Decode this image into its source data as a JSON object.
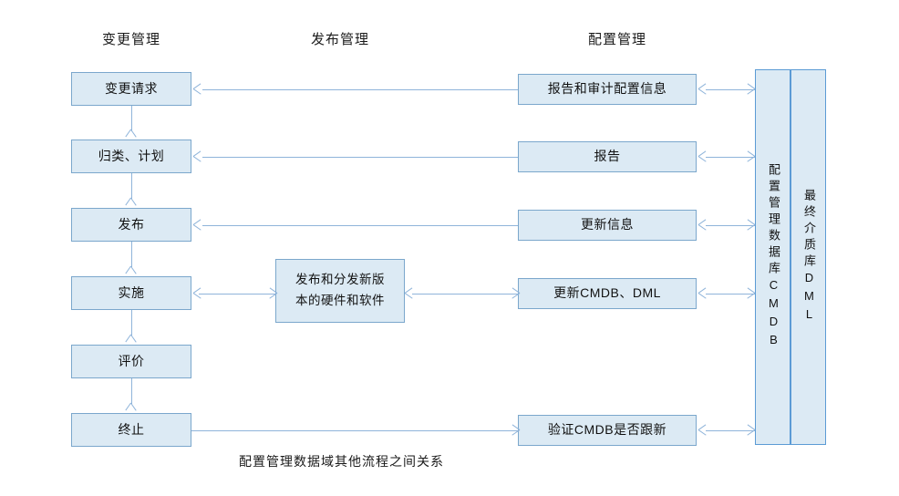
{
  "diagram": {
    "caption": "配置管理数据域其他流程之间关系",
    "columns": [
      {
        "id": "change",
        "label": "变更管理"
      },
      {
        "id": "release",
        "label": "发布管理"
      },
      {
        "id": "configuration",
        "label": "配置管理"
      }
    ],
    "change_steps": [
      {
        "id": "change-request",
        "label": "变更请求"
      },
      {
        "id": "classify-plan",
        "label": "归类、计划"
      },
      {
        "id": "release",
        "label": "发布"
      },
      {
        "id": "implement",
        "label": "实施"
      },
      {
        "id": "evaluate",
        "label": "评价"
      },
      {
        "id": "terminate",
        "label": "终止"
      }
    ],
    "release_boxes": [
      {
        "id": "release-distribute",
        "line1": "发布和分发新版",
        "line2": "本的硬件和软件"
      }
    ],
    "configuration_boxes": [
      {
        "id": "report-audit-config",
        "label": "报告和审计配置信息"
      },
      {
        "id": "report",
        "label": "报告"
      },
      {
        "id": "update-info",
        "label": "更新信息"
      },
      {
        "id": "update-cmdb-dml",
        "label": "更新CMDB、DML"
      },
      {
        "id": "verify-cmdb",
        "label": "验证CMDB是否跟新"
      }
    ],
    "repositories": [
      {
        "id": "cmdb",
        "label": "配置管理数据库CMDB"
      },
      {
        "id": "dml",
        "label": "最终介质库DML"
      }
    ],
    "colors": {
      "box_fill": "#dceaf4",
      "box_border": "#7ba7cc",
      "repo_border": "#5b9bd5",
      "connector": "#8fb4da",
      "text": "#111111",
      "background": "#ffffff"
    }
  }
}
